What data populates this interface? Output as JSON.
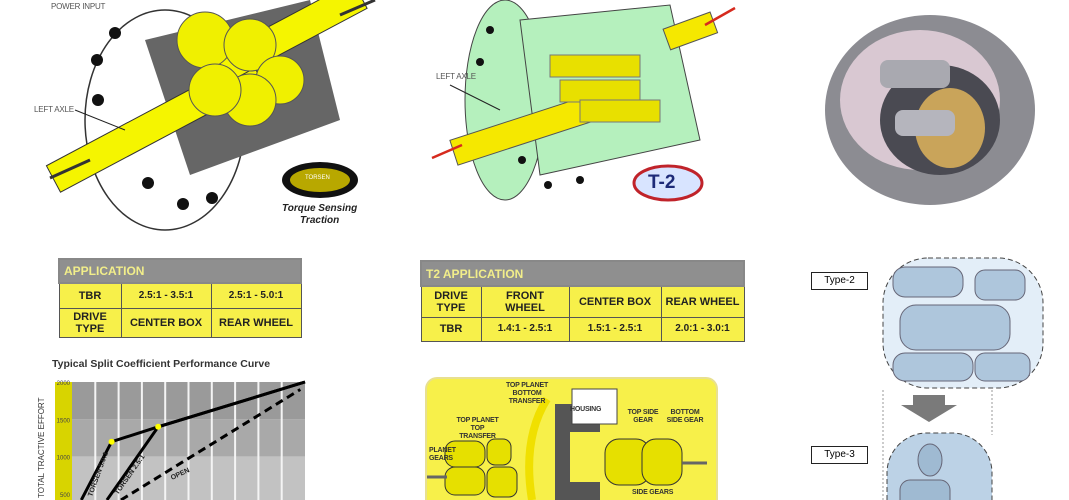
{
  "diagram_torsen_t1": {
    "labels": {
      "power_input": "POWER INPUT",
      "left_axle": "LEFT AXLE"
    },
    "logo_text": "TORSEN",
    "tagline_1": "Torque Sensing",
    "tagline_2": "Traction"
  },
  "diagram_torsen_t2": {
    "labels": {
      "left_axle": "LEFT AXLE"
    },
    "badge": "T-2"
  },
  "table_application": {
    "title": "APPLICATION",
    "rows": [
      [
        "TBR",
        "2.5:1 - 3.5:1",
        "2.5:1 - 5.0:1"
      ],
      [
        "DRIVE TYPE",
        "CENTER BOX",
        "REAR WHEEL"
      ]
    ]
  },
  "table_t2_application": {
    "title": "T2 APPLICATION",
    "rows": [
      [
        "DRIVE TYPE",
        "FRONT WHEEL",
        "CENTER BOX",
        "REAR WHEEL"
      ],
      [
        "TBR",
        "1.4:1 - 2.5:1",
        "1.5:1 - 2.5:1",
        "2.0:1 - 3.0:1"
      ]
    ]
  },
  "chart_data": {
    "type": "line",
    "title": "Typical Split Coefficient Performance Curve",
    "ylabel": "TOTAL TRACTIVE EFFORT",
    "xlabel": "",
    "yticks": [
      "2000",
      "1500",
      "1000",
      "500"
    ],
    "ylim": [
      400,
      2000
    ],
    "xlim": [
      0,
      10
    ],
    "grid": true,
    "series": [
      {
        "name": "TORSEN 5.0:1",
        "style": "solid",
        "points": [
          [
            0.4,
            400
          ],
          [
            1.7,
            1200
          ],
          [
            3.7,
            1400
          ],
          [
            10,
            2000
          ]
        ]
      },
      {
        "name": "TORSEN 2.5:1",
        "style": "solid",
        "points": [
          [
            1.5,
            400
          ],
          [
            3.7,
            1400
          ],
          [
            10,
            2000
          ]
        ]
      },
      {
        "name": "OPEN",
        "style": "dashed",
        "points": [
          [
            2.1,
            400
          ],
          [
            9.8,
            1900
          ]
        ]
      }
    ]
  },
  "diagram_gear_layout": {
    "labels": {
      "top_planet_bottom_transfer": "TOP PLANET BOTTOM TRANSFER",
      "top_planet_top_transfer": "TOP PLANET TOP TRANSFER",
      "housing": "HOUSING",
      "top_side_gear": "TOP SIDE GEAR",
      "bottom_side_gear": "BOTTOM SIDE GEAR",
      "planet_gears": "PLANET GEARS",
      "side_gears": "SIDE GEARS"
    }
  },
  "diagram_types": {
    "type2": "Type-2",
    "type3": "Type-3"
  },
  "colors": {
    "yellow": "#f7f04a",
    "gray": "#8f8f8f",
    "green": "#b5f0bd",
    "red": "#d62a1e"
  }
}
